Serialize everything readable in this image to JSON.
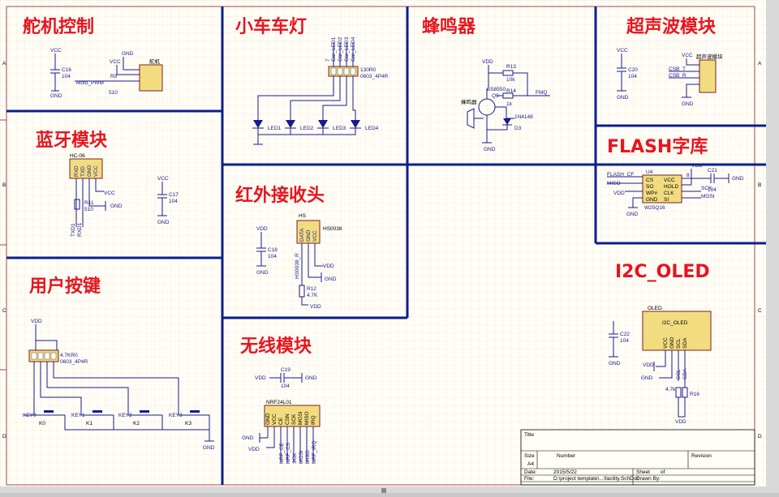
{
  "colors": {
    "title": "#e8141e",
    "wire": "#1a1a8c",
    "separator": "#0c1e8c",
    "part_fill": "#f2dc80",
    "grid": "#ece4d6"
  },
  "border": {
    "rows": [
      "A",
      "B",
      "C",
      "D"
    ]
  },
  "sections": {
    "servo": {
      "title": "舵机控制",
      "labels": [
        "VCC",
        "C16",
        "104",
        "GND",
        "GND",
        "VCC",
        "舵机",
        "R9",
        "Moto_PWM",
        "510"
      ]
    },
    "car_lights": {
      "title": "小车车灯",
      "labels": [
        "7",
        "Car_LED1",
        "Car_LED2",
        "Car_LED3",
        "Car_LED4",
        "130R0",
        "0603_4P4R",
        "LED1",
        "LED2",
        "LED3",
        "LED4"
      ]
    },
    "buzzer": {
      "title": "蜂鸣器",
      "labels": [
        "VDD",
        "R13",
        "10k",
        "SS8550",
        "Q9",
        "R14",
        "1k",
        "FMQ",
        "蜂鸣器",
        "1N4148",
        "D3",
        "GND"
      ]
    },
    "ultrasonic": {
      "title": "超声波模块",
      "labels": [
        "VCC",
        "C20",
        "104",
        "GND",
        "VCC",
        "超声波模块",
        "CSB_T",
        "CSB_R",
        "GND"
      ]
    },
    "bluetooth": {
      "title": "蓝牙模块",
      "labels": [
        "HC-06",
        "RXD",
        "TXD",
        "GND",
        "VCC",
        "R11",
        "510",
        "VCC",
        "GND",
        "TXD1",
        "RXD1",
        "VCC",
        "C17",
        "104",
        "GND"
      ]
    },
    "infrared": {
      "title": "红外接收头",
      "labels": [
        "HS",
        "HS0038",
        "DATA",
        "GND",
        "VCC",
        "VDD",
        "C18",
        "104",
        "GND",
        "HS0038_R",
        "VDD",
        "GND",
        "R12",
        "4.7K",
        "VDD"
      ]
    },
    "flash": {
      "title": "FLASH字库",
      "labels": [
        "VDD",
        "U4",
        "FLASH_CF",
        "MISO",
        "VDD",
        "GND",
        "CS",
        "SO",
        "WP#",
        "GND",
        "VCC",
        "HOLD",
        "CLK",
        "SI",
        "8",
        "C21",
        "104",
        "SCK",
        "MOSI",
        "W25Q16",
        "GND"
      ]
    },
    "keys": {
      "title": "用户按键",
      "labels": [
        "VDD",
        "4.7KR0",
        "0603_4P4R",
        "KEY0",
        "KEY1",
        "KEY2",
        "KEY3",
        "K0",
        "K1",
        "K2",
        "K3",
        "GND"
      ]
    },
    "wireless": {
      "title": "无线模块",
      "labels": [
        "VDD",
        "C19",
        "104",
        "GND",
        "NRF24L01",
        "GND",
        "VCC",
        "CE",
        "CSN",
        "SCK",
        "MOSI",
        "MISO",
        "IRQ",
        "GND",
        "VDD",
        "NRF_CE",
        "NRF_CS",
        "SCK",
        "MOSI",
        "MISO",
        "NRF_IRQ"
      ]
    },
    "oled": {
      "title": "I2C_OLED",
      "labels": [
        "OLED",
        "I2C_OLED",
        "VCC",
        "GND",
        "SCL",
        "SDA",
        "C22",
        "104",
        "GND",
        "VDD",
        "GND",
        "SCL",
        "SDA",
        "4.7k",
        "R16",
        "VDD"
      ]
    }
  },
  "title_block": {
    "title_label": "Title",
    "size_label": "Size",
    "size_value": "A4",
    "number_label": "Number",
    "revision_label": "Revision",
    "date_label": "Date:",
    "date_value": "2015/5/22",
    "sheet_label": "Sheet",
    "of_label": "of",
    "file_label": "File:",
    "file_value": "D:\\project template\\...\\facility.SchDoc",
    "drawn_label": "Drawn By:"
  }
}
